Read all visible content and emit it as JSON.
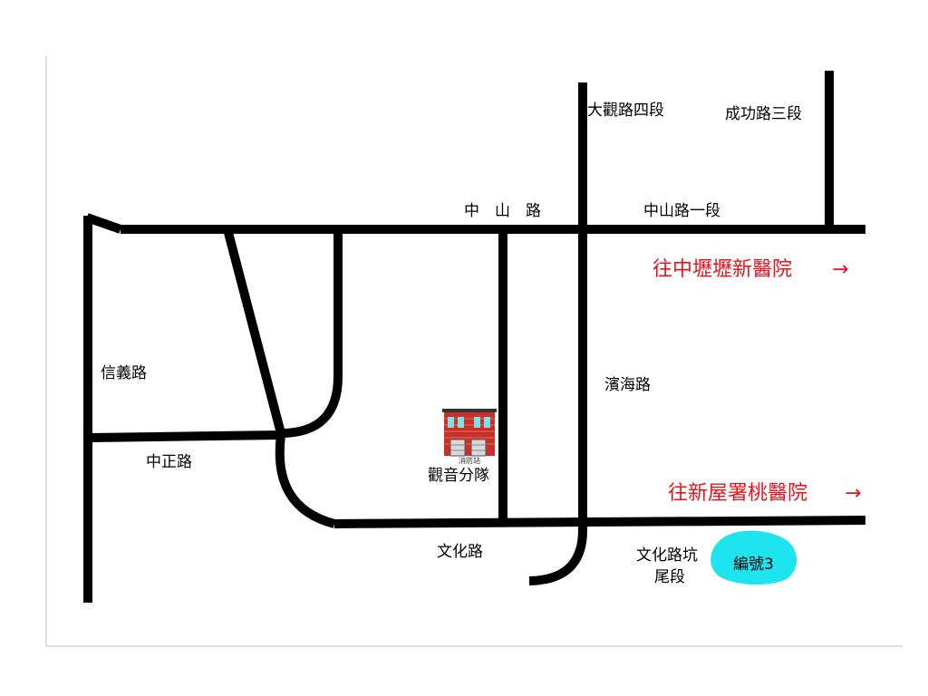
{
  "roads": {
    "dagua": "大觀路四段",
    "chenggong": "成功路三段",
    "zhongshan": "中　山　路",
    "zhongshan_1": "中山路一段",
    "xinyi": "信義路",
    "binhai": "濱海路",
    "zhongzheng": "中正路",
    "wenhua": "文化路",
    "wenhua_keng_line1": "文化路坑",
    "wenhua_keng_line2": "尾段"
  },
  "landmarks": {
    "fire_station_sign": "消防站",
    "fire_station_name": "觀音分隊",
    "marker_label": "編號3"
  },
  "directions": {
    "to_zhongli": "往中壢壢新醫院",
    "to_zhongli_arrow": "→",
    "to_xinwu": "往新屋署桃醫院",
    "to_xinwu_arrow": "→"
  },
  "colors": {
    "road": "#000000",
    "direction_text": "#e8141b",
    "marker_fill": "#1de4ee",
    "station_red": "#c8312a",
    "frame": "#c0c0c0"
  }
}
